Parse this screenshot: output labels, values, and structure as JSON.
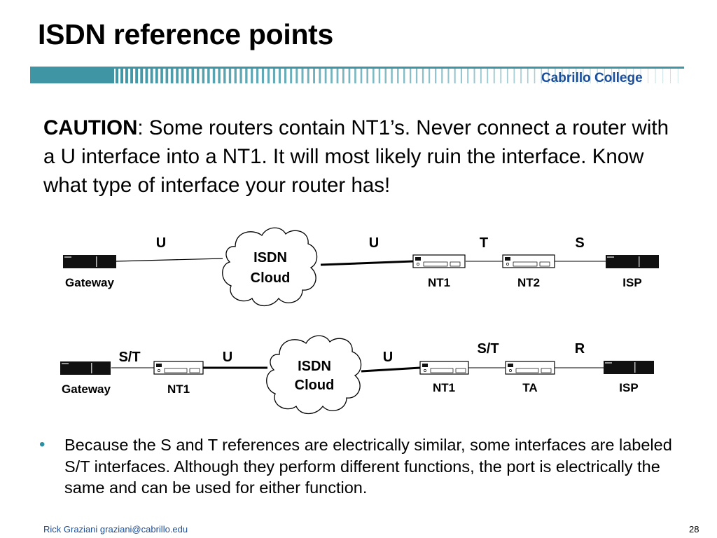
{
  "slide": {
    "title": "ISDN reference points",
    "brand": "Cabrillo College",
    "caution_label": "CAUTION",
    "caution_text": ":  Some routers contain NT1’s.  Never connect a router with a U interface into a NT1.  It will most likely ruin the interface.  Know what type of interface your router has!",
    "bullet": "Because the S and T references are electrically similar, some interfaces are labeled S/T interfaces. Although they perform different functions, the port is electrically the same and can be used for either function.",
    "footer_author": "Rick Graziani  graziani@cabrillo.edu",
    "page_number": "28"
  },
  "colors": {
    "accent": "#2e8fa0",
    "brand": "#1a4e9c"
  },
  "diagram1": {
    "points": [
      "U",
      "U",
      "T",
      "S"
    ],
    "cloud": [
      "ISDN",
      "Cloud"
    ],
    "devices": [
      "Gateway",
      "NT1",
      "NT2",
      "ISP"
    ]
  },
  "diagram2": {
    "points": [
      "S/T",
      "U",
      "U",
      "S/T",
      "R"
    ],
    "cloud": [
      "ISDN",
      "Cloud"
    ],
    "devices": [
      "Gateway",
      "NT1",
      "NT1",
      "TA",
      "ISP"
    ]
  }
}
